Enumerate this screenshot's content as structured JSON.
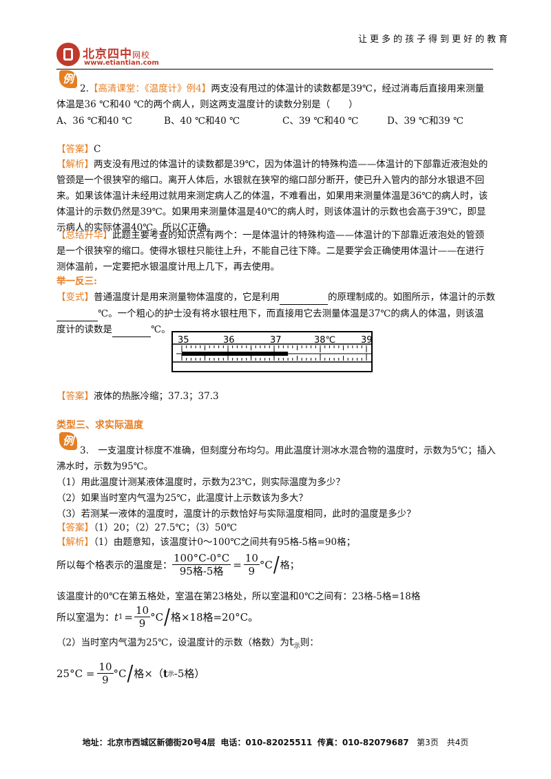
{
  "header": {
    "logo_text": "北京四中",
    "logo_sub": "网校",
    "logo_url": "www.etiantian.com",
    "slogan": "让更多的孩子得到更好的教育"
  },
  "badge_char": "例",
  "q2": {
    "num": "2.",
    "source": "【高清课堂：《温度计》例4】",
    "line1": "两支没有甩过的体温计的读数都是39℃，经过消毒后直接用来测量",
    "line2": "体温是36 ℃和40 ℃的两个病人，则这两支温度计的读数分别是（　　）",
    "options": [
      "A、36 ℃和40 ℃",
      "B、40 ℃和40 ℃",
      "C、39 ℃和40 ℃",
      "D、39 ℃和39 ℃"
    ]
  },
  "ans2": {
    "tag": "【答案】",
    "value": "C"
  },
  "jiexi2": {
    "tag": "【解析】",
    "lines": [
      "两支没有甩过的体温计的读数都是39℃，因为体温计的特殊构造——体温计的下部靠近液泡处的",
      "管颈是一个很狭窄的缩口。离开人体后，水银就在狭窄的缩口部分断开，使已升入管内的部分水银退不回",
      "来。如果该体温计未经用过就用来测定病人乙的体温，不难看出，如果用来测量体温是36℃的病人时，该",
      "体温计的示数仍然是39℃。如果用来测量体温是40℃的病人时，则该体温计的示数也会高于39℃，即显",
      "示病人的实际体温40℃。所以C正确。"
    ]
  },
  "zongjie": {
    "tag": "【总结升华】",
    "lines": [
      "此题主要考查的知识点有两个：一是体温计的特殊构造——体温计的下部靠近液泡处的管颈",
      "是一个很狭窄的缩口。使得水银柱只能往上升，不能自己往下降。二是要学会正确使用体温计——在进行",
      "测体温前，一定要把水银温度计甩上几下，再去使用。"
    ]
  },
  "jyfs": "举一反三:",
  "bianshi": {
    "tag": "【变式】",
    "l1a": "普通温度计是用来测量物体温度的，它是利用",
    "l1b": "的原理制成的。如图所示，体温计的示数",
    "l2a": "℃。一个粗心的护士没有将水银柱甩下，而直接用它去测量体温是37℃的病人的体温，则该温",
    "l3a": "度计的读数是",
    "l3b": "℃。"
  },
  "thermometer": {
    "labels": [
      "35",
      "36",
      "37",
      "38℃",
      "39"
    ],
    "reading": 37.3
  },
  "ans_bs": {
    "tag": "【答案】",
    "value": "液体的热胀冷缩；37.3；37.3"
  },
  "type3": "类型三、求实际温度",
  "q3": {
    "line1": "3.　一支温度计标度不准确，但刻度分布均匀。用此温度计测冰水混合物的温度时，示数为5℃；插入",
    "line2": "沸水时，示数为95℃。",
    "sub": [
      "（1）用此温度计测某液体温度时，示数为23℃，则实际温度为多少？",
      "（2）如果当时室内气温为25℃，此温度计上示数该为多大？",
      "（3）若测某一液体的温度时，温度计的示数恰好与实际温度相同，此时的温度是多少？"
    ]
  },
  "ans3": {
    "tag": "【答案】",
    "value": "（1）20；（2）27.5℃；（3）50℃"
  },
  "jiexi3": {
    "tag": "【解析】",
    "l1": "（1）由题意知，该温度计0～100℃之间共有95格-5格=90格；",
    "f1_pre": "所以每个格表示的温度是：",
    "f1_num": "100°C-0°C",
    "f1_den": "95格-5格",
    "f1_eq": "=",
    "f1_rnum": "10",
    "f1_rden": "9",
    "f1_unit": "°C",
    "f1_tail": "格；",
    "l2": "该温度计的0℃在第五格处，室温在第23格处，所以室温和0℃之间有：23格-5格=18格",
    "f2_pre": "所以室温为：",
    "f2_var": "t",
    "f2_sub": "1",
    "f2_eq": "=",
    "f2_num": "10",
    "f2_den": "9",
    "f2_unit": "°C",
    "f2_tail": "格×18格=20°C。",
    "l3a": "（2）当时室内气温为25℃，设温度计的示数（格数）为",
    "l3_var": "t",
    "l3_sub": "示",
    "l3b": "则：",
    "f3_pre": "25°C =",
    "f3_num": "10",
    "f3_den": "9",
    "f3_unit": "°C",
    "f3_tail1": "格×（",
    "f3_var": "t",
    "f3_sub": "示",
    "f3_tail2": "-5格）"
  },
  "footer": {
    "addr_label": "地址：",
    "addr": "北京市西城区新德街20号4层",
    "tel_label": "电话：",
    "tel": "010-82025511",
    "fax_label": "传真：",
    "fax": "010-82079687",
    "page": "第3页　共4页"
  }
}
